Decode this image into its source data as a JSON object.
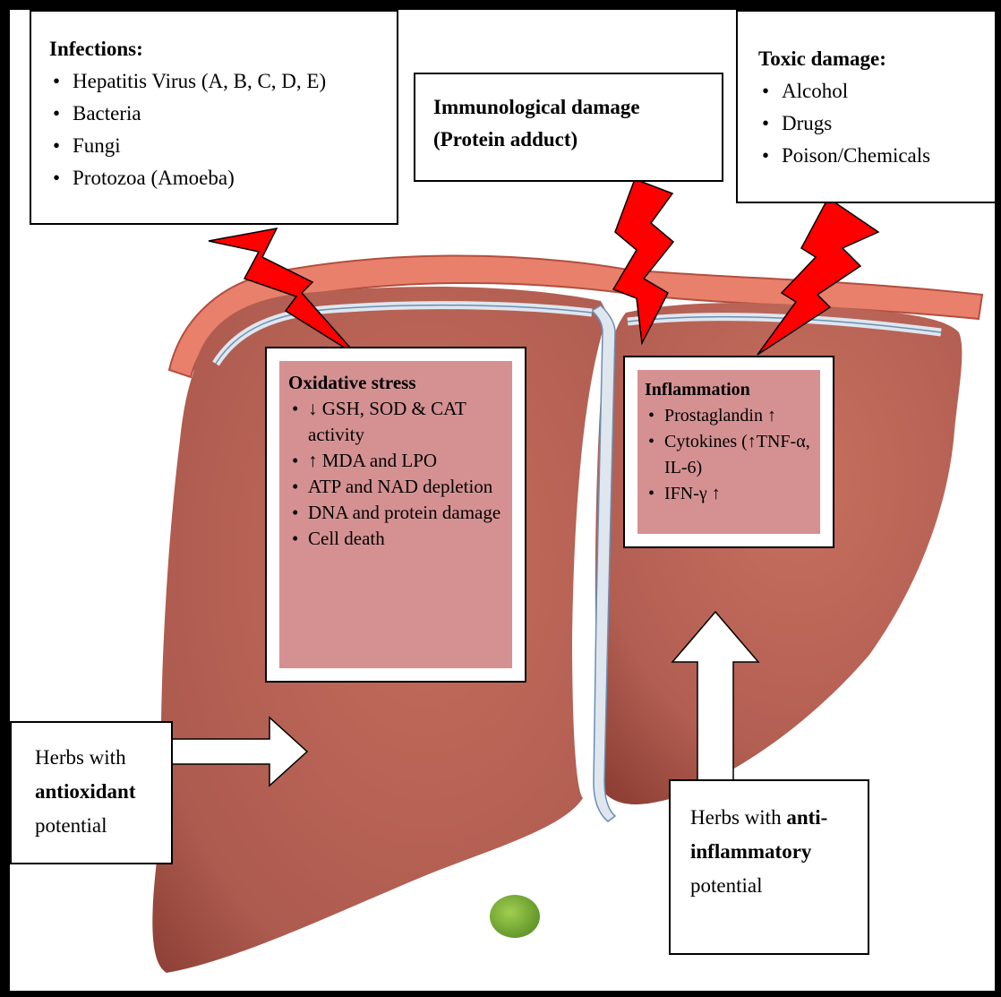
{
  "infections": {
    "heading": "Infections:",
    "items": [
      "Hepatitis Virus (A, B, C, D, E)",
      "Bacteria",
      "Fungi",
      "Protozoa (Amoeba)"
    ]
  },
  "immunological": {
    "heading_line1": "Immunological damage",
    "heading_line2": "(Protein adduct)"
  },
  "toxic": {
    "heading": "Toxic damage:",
    "items": [
      "Alcohol",
      "Drugs",
      "Poison/Chemicals"
    ]
  },
  "oxidative_stress": {
    "heading": "Oxidative stress",
    "items": [
      "↓ GSH, SOD & CAT activity",
      "↑ MDA and LPO",
      "ATP and NAD depletion",
      "DNA and protein damage",
      "Cell death"
    ]
  },
  "inflammation": {
    "heading": "Inflammation",
    "items": [
      "Prostaglandin ↑",
      "Cytokines (↑TNF-α, IL-6)",
      "IFN-γ ↑"
    ]
  },
  "herb_antioxidant": {
    "line1": "Herbs with",
    "bold": "antioxidant",
    "line3": "potential"
  },
  "herb_antiinflammatory": {
    "prefix": "Herbs with ",
    "bold_part1": "anti-",
    "bold_part2": "inflammatory",
    "line3": "potential"
  },
  "colors": {
    "liver": "#b76256",
    "liver_dark": "#8f4035",
    "capsule": "#e8806c",
    "ligament": "#dfe6ee",
    "gallbladder": "#7fb13a",
    "lightning": "#ff0000",
    "mechanism_fill": "#d59192"
  }
}
